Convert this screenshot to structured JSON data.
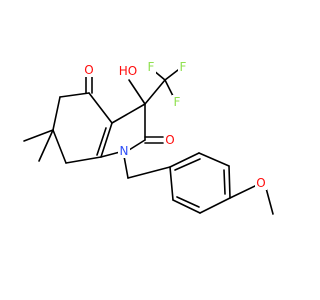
{
  "structure": {
    "colors": {
      "bond": "#000000",
      "oxygen": "#ff0d0d",
      "nitrogen": "#3050f8",
      "fluorine": "#90e050"
    },
    "atom_labels": {
      "o_ketone": "O",
      "o_hydroxyl": "HO",
      "f_top_left": "F",
      "f_top_right": "F",
      "f_right": "F",
      "o_lactam": "O",
      "n_ring": "N",
      "o_methoxy": "O"
    }
  }
}
